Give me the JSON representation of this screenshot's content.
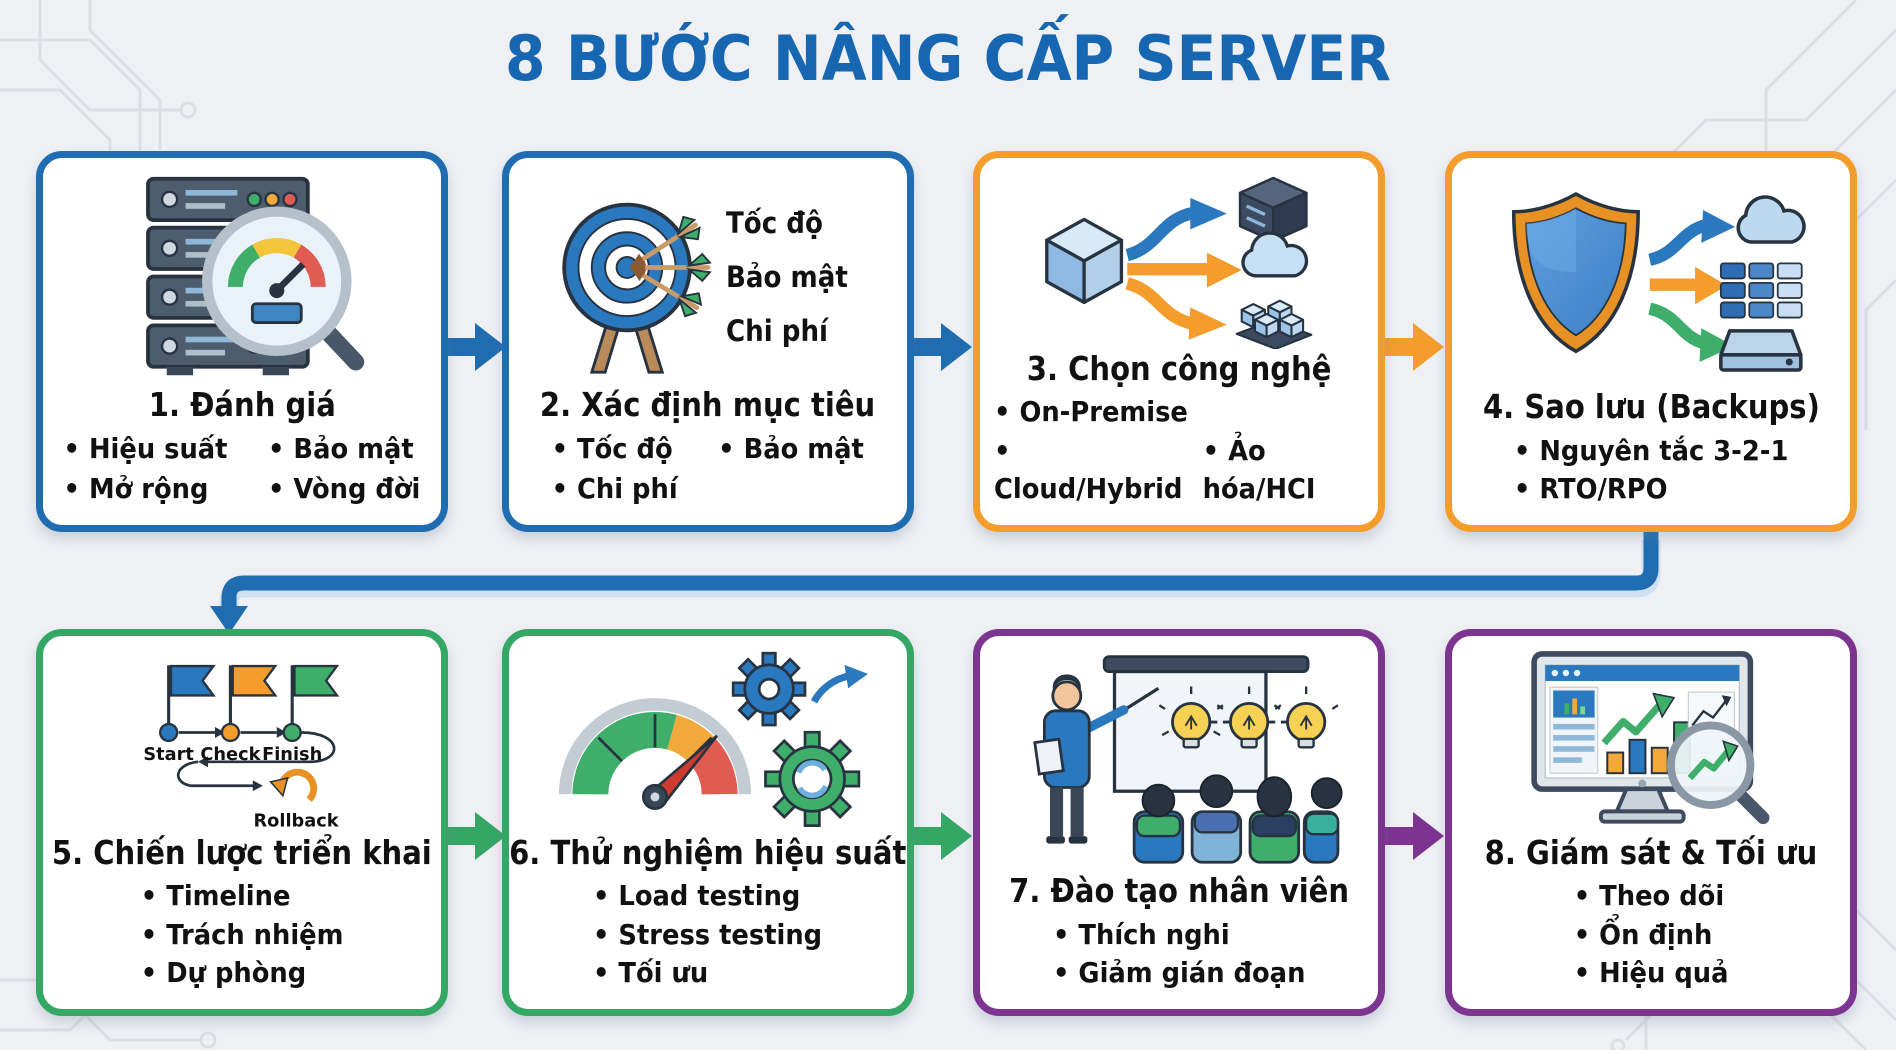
{
  "title": "8 BƯỚC NÂNG CẤP SERVER",
  "colors": {
    "title": "#1766b2",
    "blue_accent": "#1f6cb0",
    "orange_accent": "#f59d2c",
    "green_accent": "#35a765",
    "purple_accent": "#7d3390",
    "background": "#eef0f4",
    "card_background": "#ffffff",
    "text": "#111111"
  },
  "cards": [
    {
      "id": 1,
      "accent": "blue",
      "icon": "server-audit-icon",
      "title": "1. Đánh giá",
      "bullet_rows": [
        [
          "Hiệu suất",
          "Bảo mật"
        ],
        [
          "Mở rộng",
          "Vòng đời"
        ]
      ]
    },
    {
      "id": 2,
      "accent": "blue",
      "icon": "target-goals-icon",
      "title": "2. Xác định mục tiêu",
      "icon_labels": [
        "Tốc độ",
        "Bảo mật",
        "Chi phí"
      ],
      "bullet_rows": [
        [
          "Tốc độ",
          "Bảo mật"
        ],
        [
          "Chi phí"
        ]
      ]
    },
    {
      "id": 3,
      "accent": "orange",
      "icon": "technology-branch-icon",
      "title": "3. Chọn công nghệ",
      "bullet_rows": [
        [
          "On-Premise"
        ],
        [
          "Cloud/Hybrid",
          "Ảo hóa/HCI"
        ]
      ]
    },
    {
      "id": 4,
      "accent": "orange",
      "icon": "backup-shield-icon",
      "title": "4. Sao lưu (Backups)",
      "bullet_rows": [
        [
          "Nguyên tắc 3-2-1"
        ],
        [
          "RTO/RPO"
        ]
      ]
    },
    {
      "id": 5,
      "accent": "green",
      "icon": "deployment-timeline-icon",
      "title": "5. Chiến lược triển khai",
      "icon_labels": [
        "Start",
        "Check",
        "Finish",
        "Rollback"
      ],
      "bullet_rows": [
        [
          "Timeline"
        ],
        [
          "Trách nhiệm"
        ],
        [
          "Dự phòng"
        ]
      ]
    },
    {
      "id": 6,
      "accent": "green",
      "icon": "performance-gauge-icon",
      "title": "6. Thử nghiệm hiệu suất",
      "bullet_rows": [
        [
          "Load testing"
        ],
        [
          "Stress testing"
        ],
        [
          "Tối ưu"
        ]
      ]
    },
    {
      "id": 7,
      "accent": "purple",
      "icon": "staff-training-icon",
      "title": "7. Đào tạo nhân viên",
      "bullet_rows": [
        [
          "Thích nghi"
        ],
        [
          "Giảm gián đoạn"
        ]
      ]
    },
    {
      "id": 8,
      "accent": "purple",
      "icon": "monitor-optimize-icon",
      "title": "8. Giám sát & Tối ưu",
      "bullet_rows": [
        [
          "Theo dõi"
        ],
        [
          "Ổn định"
        ],
        [
          "Hiệu quả"
        ]
      ]
    }
  ]
}
